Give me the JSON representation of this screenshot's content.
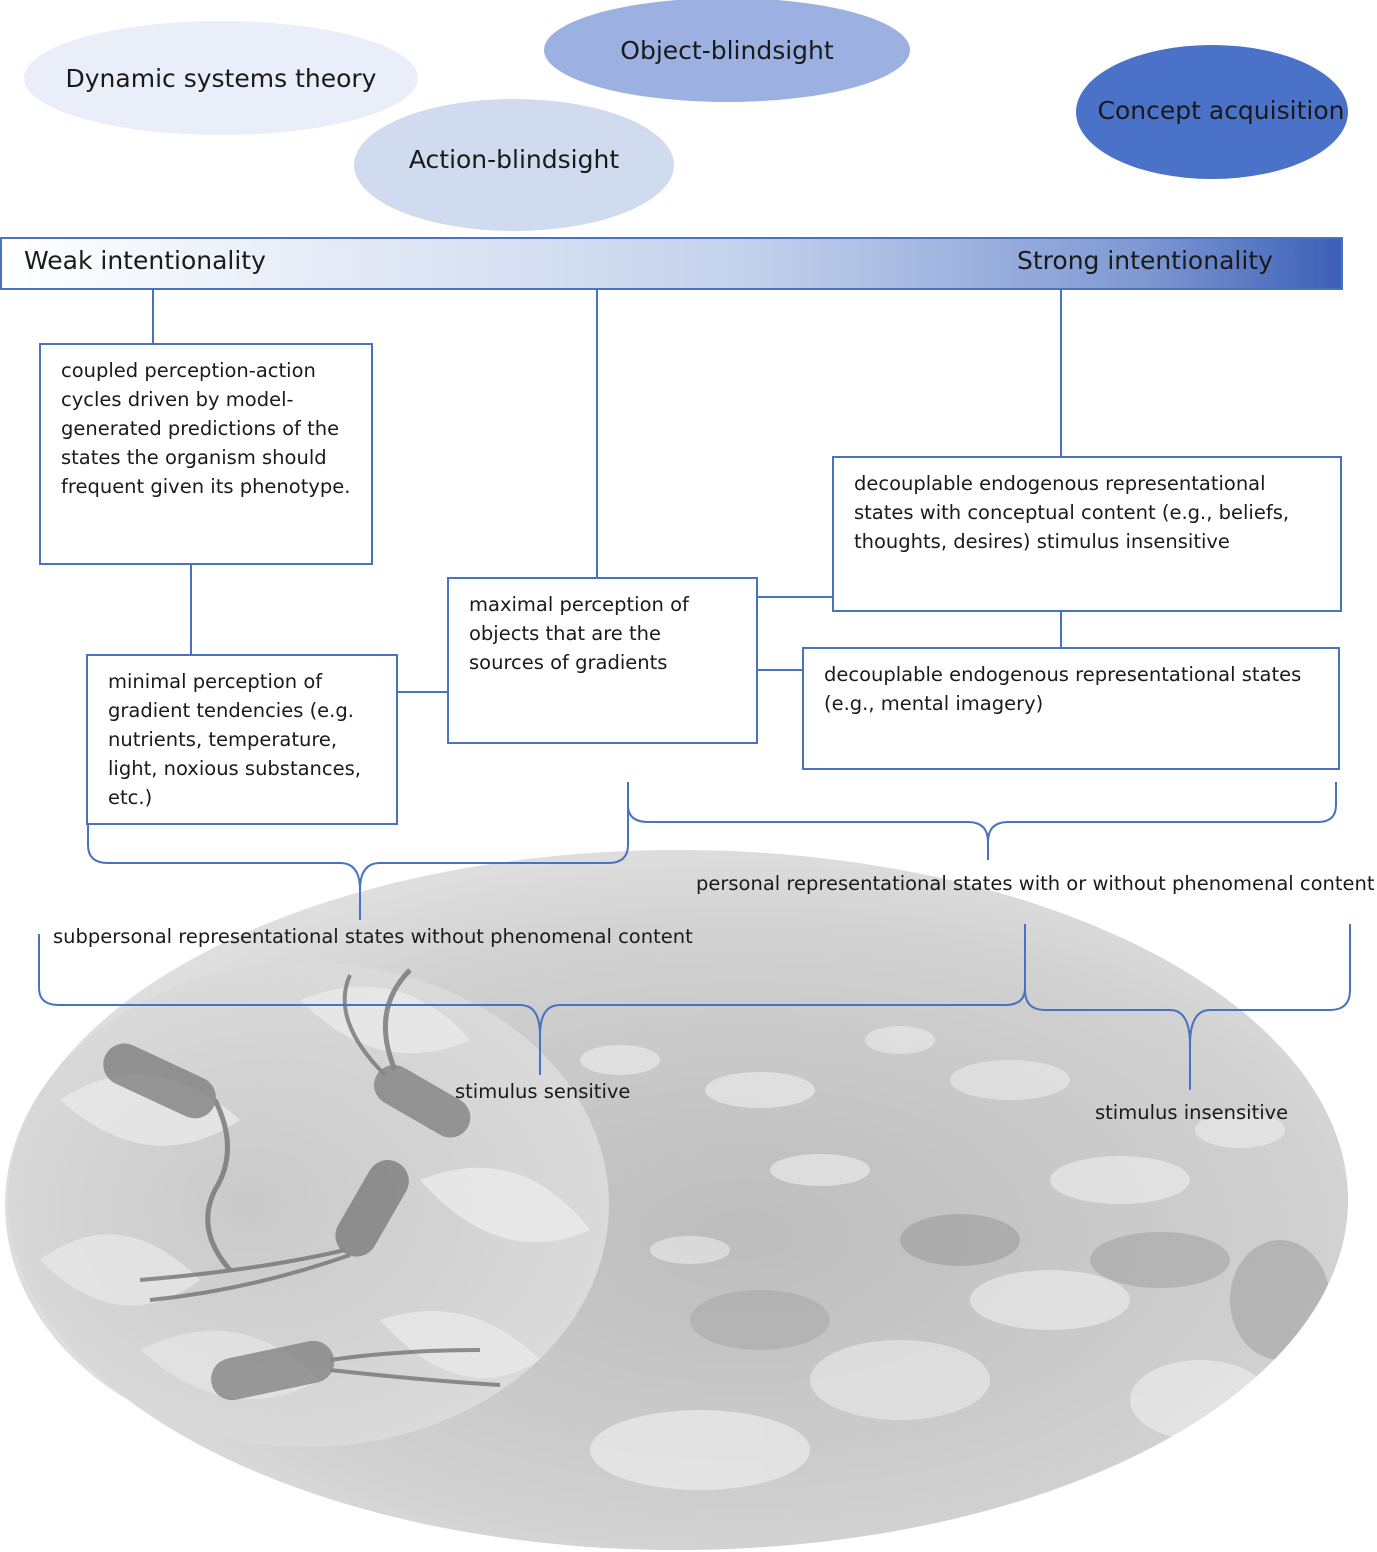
{
  "colors": {
    "line": "#4a72c2",
    "bar_start": "#ffffff",
    "bar_end": "#3b5fb6",
    "ellipse_dynamic": "#e9eef8",
    "ellipse_action": "#d0dbf0",
    "ellipse_object": "#9cb1e1",
    "ellipse_concept": "#4a72c9",
    "background_ellipse": "#cfcfcf"
  },
  "ellipses": {
    "dynamic_systems": "Dynamic systems theory",
    "object_blindsight": "Object-blindsight",
    "action_blindsight": "Action-blindsight",
    "concept_acquisition": "Concept acquisition"
  },
  "scale": {
    "weak": "Weak intentionality",
    "strong": "Strong intentionality"
  },
  "boxes": {
    "coupled": "coupled perception-action cycles driven by model-generated predictions of the states the organism should frequent given its phenotype.",
    "minimal": "minimal perception of gradient tendencies (e.g. nutrients, temperature, light, noxious substances, etc.)",
    "maximal": "maximal perception of objects that are the sources of gradients",
    "conceptual": "decouplable endogenous representational states with conceptual content (e.g., beliefs, thoughts, desires) stimulus insensitive",
    "imagery": "decouplable endogenous representational states (e.g., mental imagery)"
  },
  "braces": {
    "subpersonal": "subpersonal representational states without phenomenal content",
    "personal": "personal representational states with or without phenomenal content",
    "stimulus_sensitive": "stimulus sensitive",
    "stimulus_insensitive": "stimulus insensitive"
  }
}
